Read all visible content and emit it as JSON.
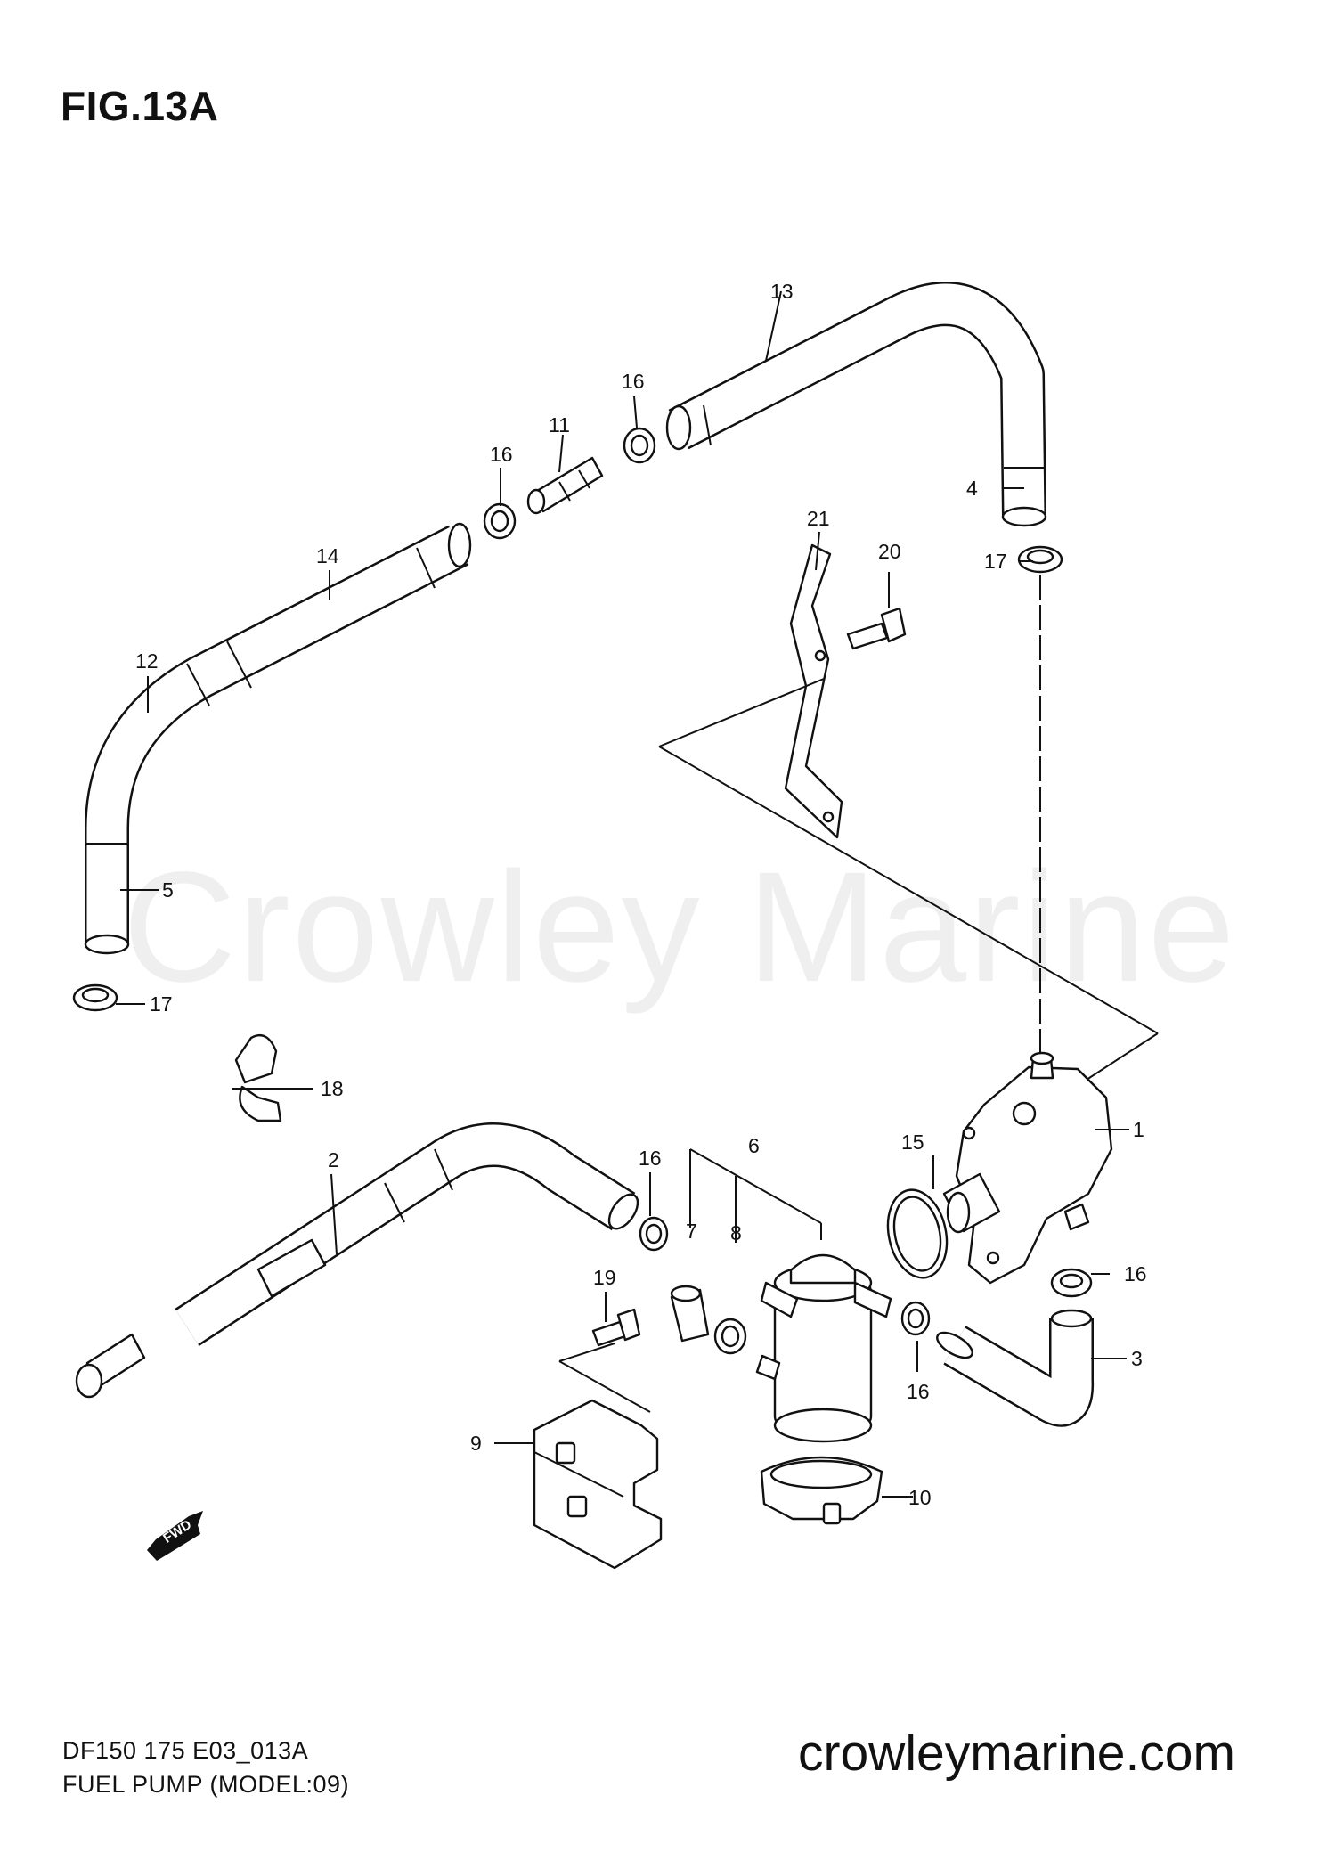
{
  "figure": {
    "title": "FIG.13A",
    "watermark": "Crowley Marine",
    "model_code": "DF150 175 E03_013A",
    "section_name": "FUEL PUMP (MODEL:09)",
    "site_url": "crowleymarine.com"
  },
  "callouts": {
    "c1": "1",
    "c2": "2",
    "c3": "3",
    "c4": "4",
    "c5": "5",
    "c6": "6",
    "c7": "7",
    "c8": "8",
    "c9": "9",
    "c10": "10",
    "c11": "11",
    "c12": "12",
    "c13": "13",
    "c14": "14",
    "c15": "15",
    "c16a": "16",
    "c16b": "16",
    "c16c": "16",
    "c16d": "16",
    "c16e": "16",
    "c17a": "17",
    "c17b": "17",
    "c18": "18",
    "c19": "19",
    "c20": "20",
    "c21": "21"
  },
  "fwd_arrow": {
    "label": "FWD"
  },
  "colors": {
    "line": "#111111",
    "watermark": "#efefef",
    "background": "#ffffff"
  }
}
